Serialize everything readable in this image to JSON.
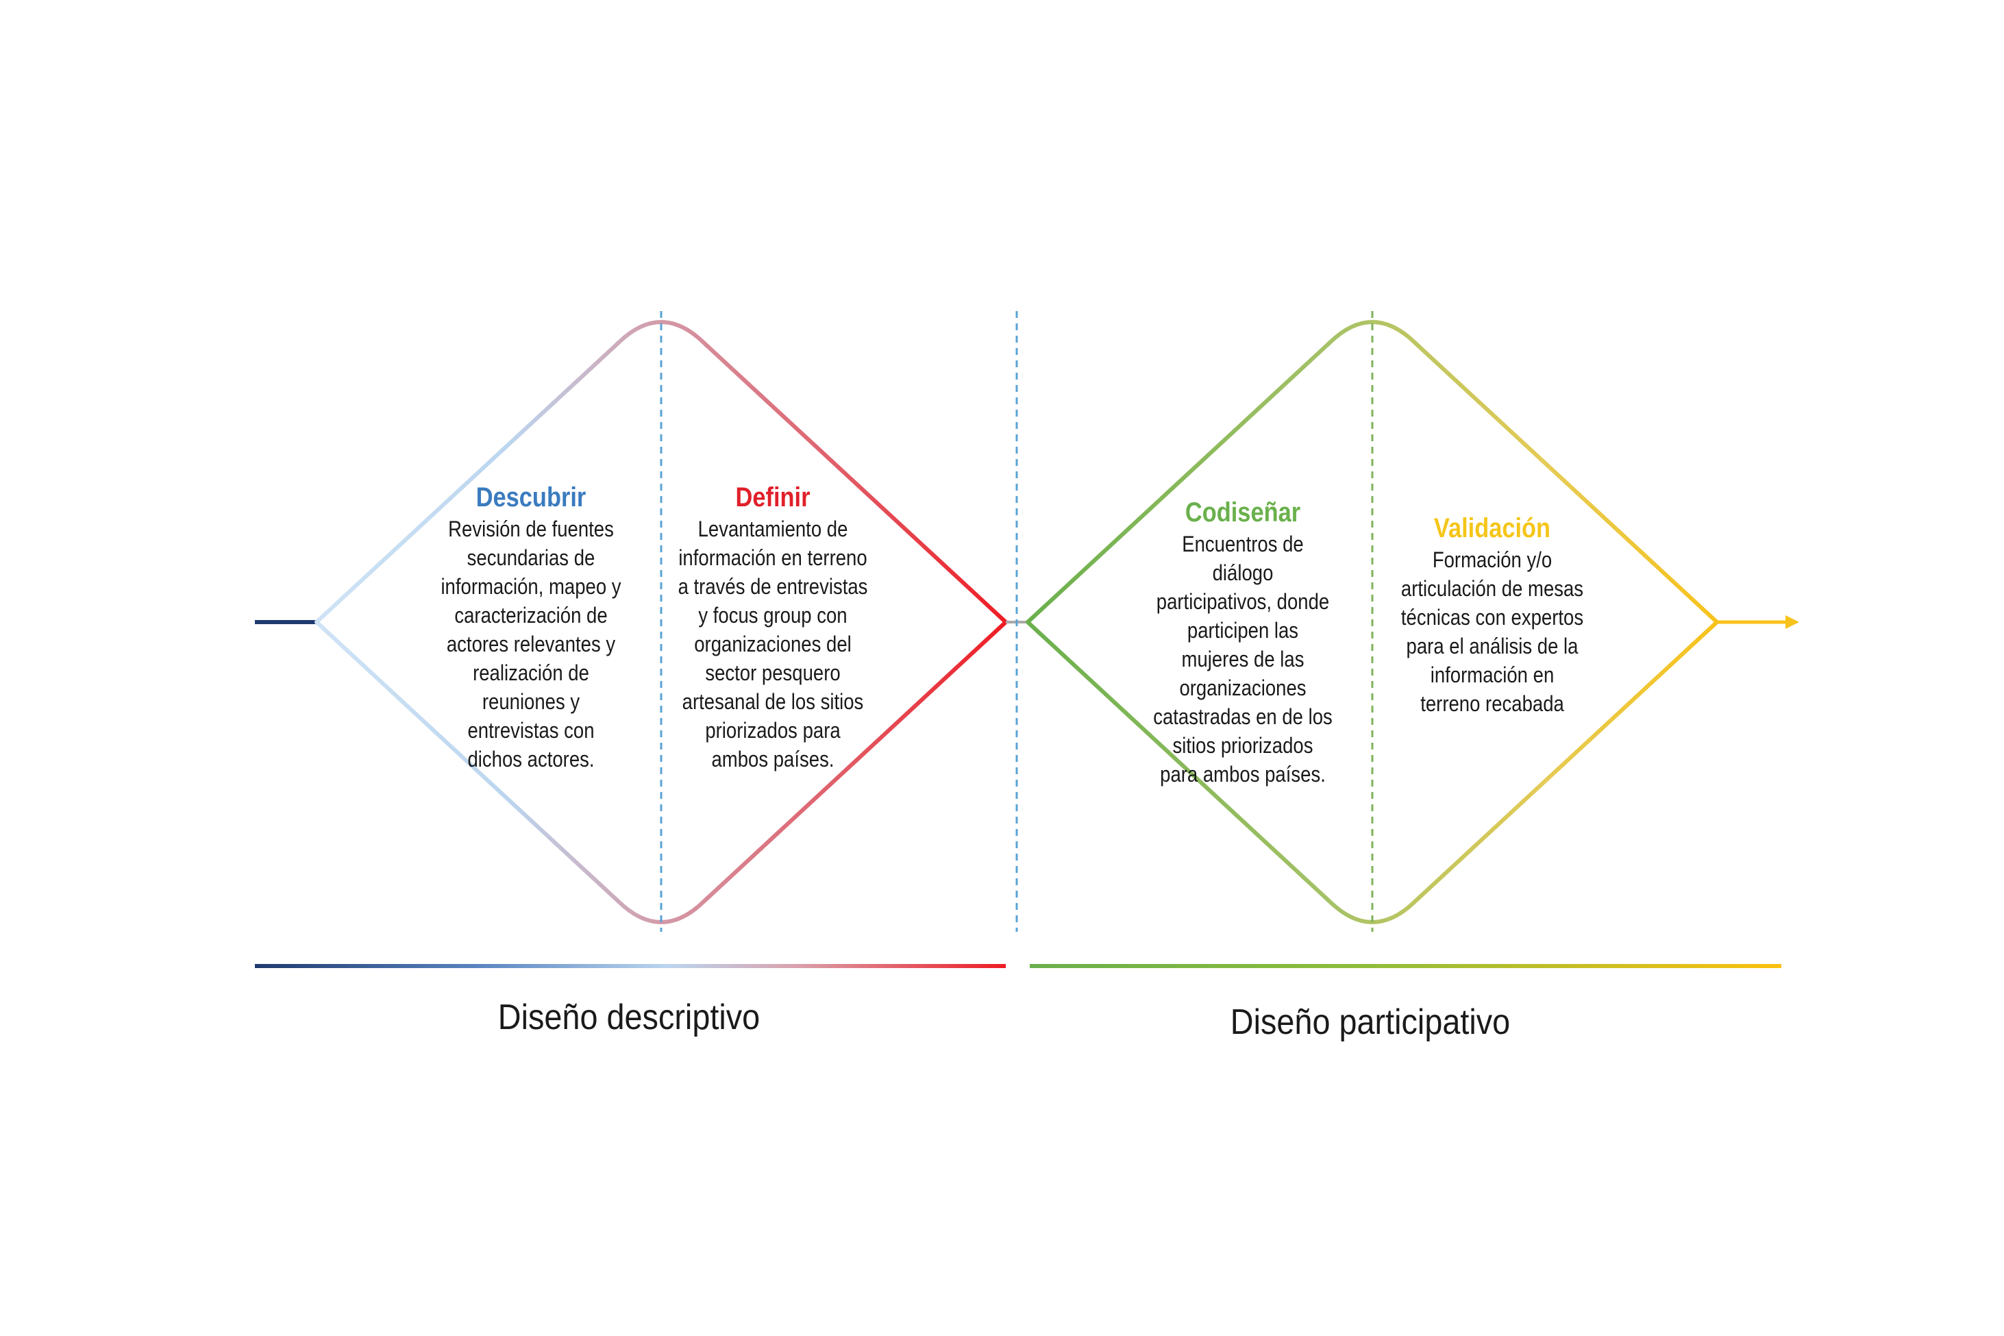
{
  "colors": {
    "descubrir": "#3a7bbf",
    "definir": "#e0202a",
    "codisenar": "#6ab04c",
    "validacion": "#f5c518",
    "navy": "#1f3a6e",
    "light_blue": "#bcd6ef",
    "dashed_blue": "#5aa3d6",
    "dashed_green": "#7fb35a"
  },
  "phases": [
    {
      "title": "Descubrir",
      "text": "Revisión de fuentes secundarias de información, mapeo y caracterización de actores relevantes y realización de reuniones y entrevistas con dichos actores."
    },
    {
      "title": "Definir",
      "text": "Levantamiento de información en terreno a través de entrevistas y focus group con organizaciones del sector pesquero artesanal de los sitios priorizados para ambos países."
    },
    {
      "title": "Codiseñar",
      "text": "Encuentros de diálogo participativos, donde participen las mujeres de las organizaciones catastradas en de los sitios priorizados para ambos países."
    },
    {
      "title": "Validación",
      "text": "Formación y/o articulación de mesas técnicas con expertos para el análisis de la información en terreno recabada"
    }
  ],
  "designs": [
    {
      "label": "Diseño descriptivo"
    },
    {
      "label": "Diseño participativo"
    }
  ],
  "icons": {
    "flow_arrow": "arrow-right-icon"
  }
}
